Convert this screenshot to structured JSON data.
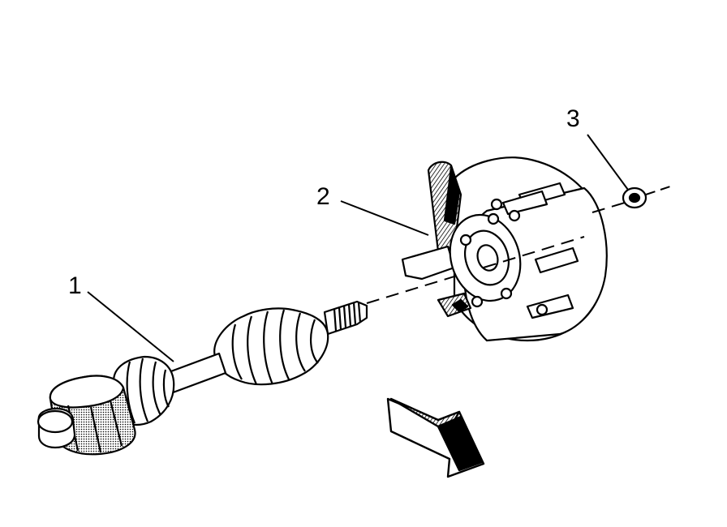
{
  "diagram": {
    "callouts": [
      {
        "id": "1",
        "label": "1"
      },
      {
        "id": "2",
        "label": "2"
      },
      {
        "id": "3",
        "label": "3"
      }
    ],
    "colors": {
      "line": "#000000",
      "fill": "#ffffff",
      "shade": "#8a8a8a"
    }
  }
}
